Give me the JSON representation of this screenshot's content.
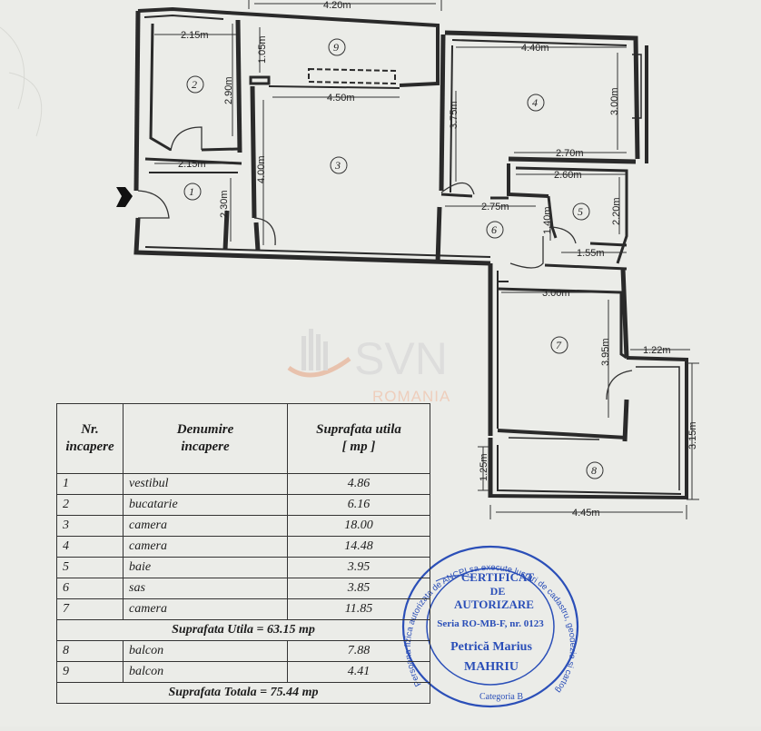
{
  "plan": {
    "dimensions": [
      "4.20m",
      "2.15m",
      "2.90m",
      "1.05m",
      "4.50m",
      "4.40m",
      "3.75m",
      "3.00m",
      "2.15m",
      "4.00m",
      "2.30m",
      "2.70m",
      "2.60m",
      "2.75m",
      "2.20m",
      "1.40m",
      "1.55m",
      "3.00m",
      "3.95m",
      "1.22m",
      "3.15m",
      "1.25m",
      "4.45m"
    ],
    "room_numbers": [
      "1",
      "2",
      "3",
      "4",
      "5",
      "6",
      "7",
      "8",
      "9"
    ]
  },
  "watermark": {
    "brand": "SVN",
    "country": "ROMANIA",
    "color": "#e8b59a"
  },
  "table": {
    "headers": {
      "nr_line1": "Nr.",
      "nr_line2": "incapere",
      "name_line1": "Denumire",
      "name_line2": "incapere",
      "area_line1": "Suprafata utila",
      "area_line2": "[ mp ]"
    },
    "rooms": [
      {
        "nr": "1",
        "name": "vestibul",
        "area": "4.86"
      },
      {
        "nr": "2",
        "name": "bucatarie",
        "area": "6.16"
      },
      {
        "nr": "3",
        "name": "camera",
        "area": "18.00"
      },
      {
        "nr": "4",
        "name": "camera",
        "area": "14.48"
      },
      {
        "nr": "5",
        "name": "baie",
        "area": "3.95"
      },
      {
        "nr": "6",
        "name": "sas",
        "area": "3.85"
      },
      {
        "nr": "7",
        "name": "camera",
        "area": "11.85"
      }
    ],
    "useful_total": "Suprafata Utila = 63.15 mp",
    "balconies": [
      {
        "nr": "8",
        "name": "balcon",
        "area": "7.88"
      },
      {
        "nr": "9",
        "name": "balcon",
        "area": "4.41"
      }
    ],
    "grand_total": "Suprafata Totala = 75.44 mp"
  },
  "stamp": {
    "ring_text": "Persoana fizica autorizata de ANCPI sa execute lucrari de cadastru, geodezie si cartografie",
    "line1": "CERTIFICAT",
    "line2": "DE",
    "line3": "AUTORIZARE",
    "series": "Seria RO-MB-F, nr. 0123",
    "name_line1": "Petrică Marius",
    "name_line2": "MAHRIU",
    "category": "Categoria B",
    "color": "#2b4fb8"
  }
}
